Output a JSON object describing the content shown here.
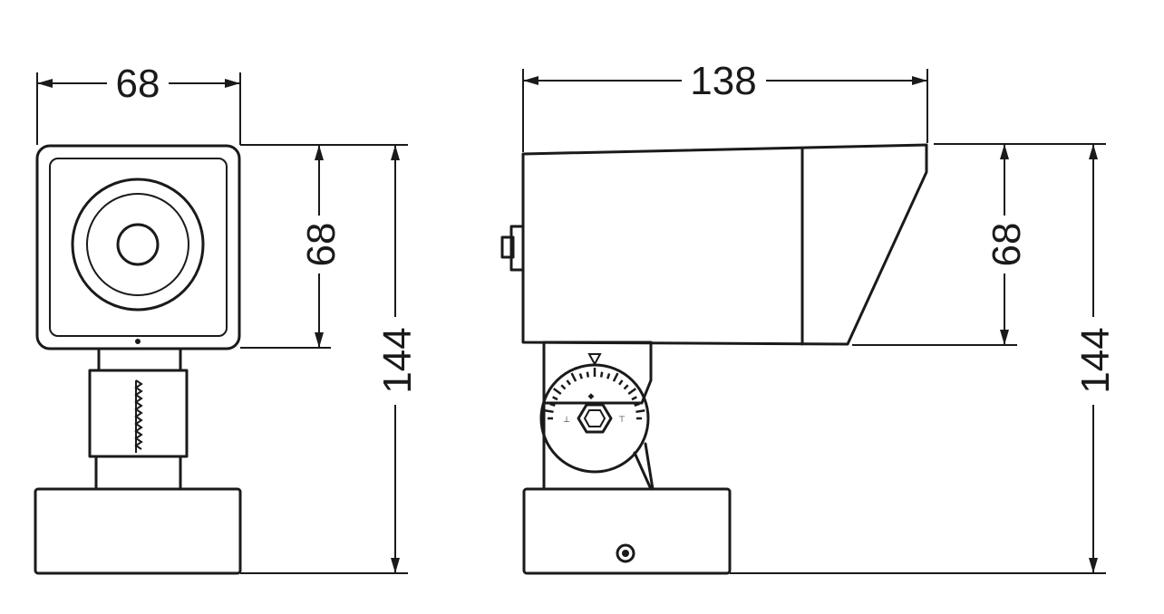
{
  "front_view": {
    "width_label": "68",
    "head_height_label": "68",
    "total_height_label": "144"
  },
  "side_view": {
    "length_label": "138",
    "head_height_label": "68",
    "total_height_label": "144"
  },
  "colors": {
    "line": "#1a1a1a",
    "background": "#ffffff"
  }
}
